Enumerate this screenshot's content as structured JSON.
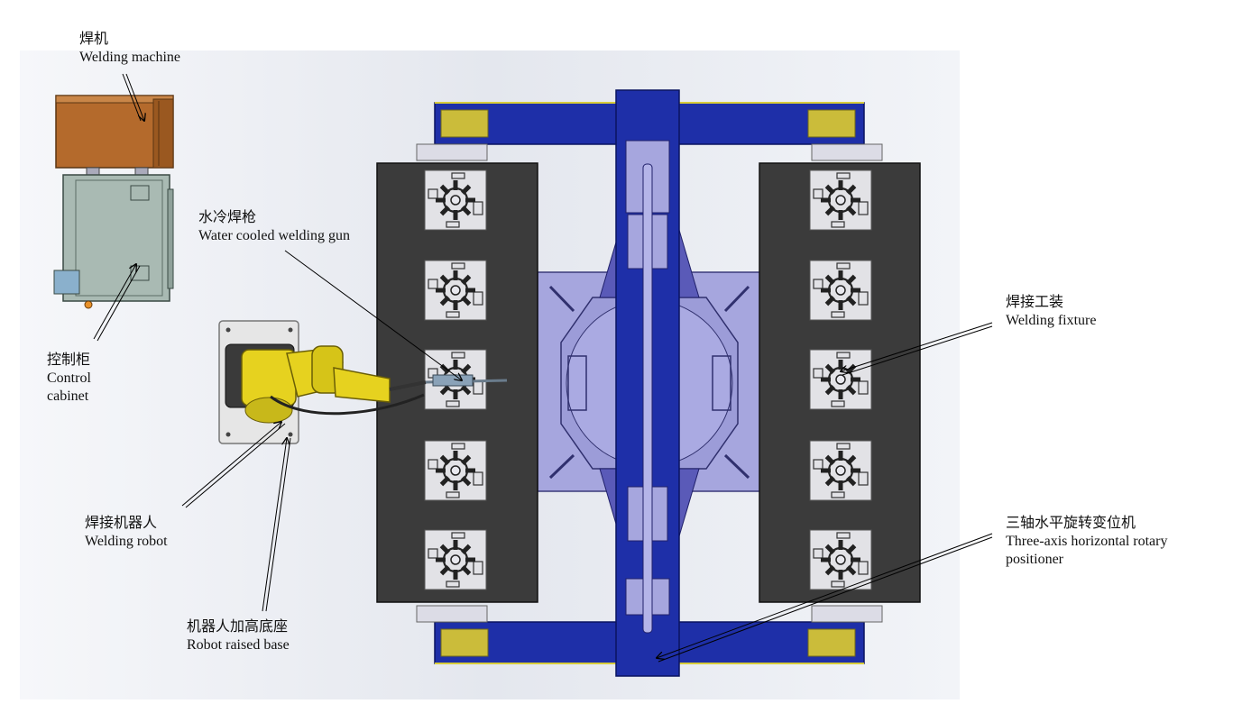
{
  "labels": {
    "welding_machine": {
      "zh": "焊机",
      "en": "Welding machine"
    },
    "water_cooled_gun": {
      "zh": "水冷焊枪",
      "en": "Water cooled welding gun"
    },
    "control_cabinet": {
      "zh": "控制柜",
      "en_line1": "Control",
      "en_line2": "cabinet"
    },
    "welding_fixture": {
      "zh": "焊接工装",
      "en": "Welding fixture"
    },
    "welding_robot": {
      "zh": "焊接机器人",
      "en": "Welding robot"
    },
    "robot_base": {
      "zh": "机器人加高底座",
      "en": "Robot raised base"
    },
    "positioner": {
      "zh": "三轴水平旋转变位机",
      "en_line1": "Three-axis horizontal rotary",
      "en_line2": "positioner"
    }
  },
  "colors": {
    "background_panel": "#e4e7ee",
    "frame_blue": "#1e2fa8",
    "fixture_panel": "#3b3b3b",
    "turntable": "#a6a6de",
    "welding_machine": "#b46a2c",
    "control_cabinet": "#a9bab3",
    "robot_yellow": "#e6d21f",
    "yellow_pad": "#cbbc3a"
  },
  "icons": [
    "fixture-star-icon",
    "leader-arrow-icon"
  ]
}
